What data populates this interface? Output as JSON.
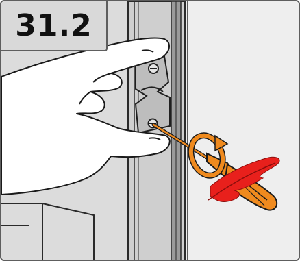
{
  "step": {
    "number": "31.2"
  },
  "colors": {
    "frame": "#5e5e5e",
    "badge": "#d9d9d9",
    "screwdriver_handle": "#ef8a1e",
    "rotation_arrow": "#ef8a1e",
    "feather": "#e8201c",
    "panel": "#dcdcdc",
    "right_wall": "#eeeeee"
  },
  "icons": [
    "hand-illustration",
    "screwdriver-icon",
    "rotate-arrow-icon",
    "feather-light-force-icon",
    "hinge-bracket"
  ]
}
